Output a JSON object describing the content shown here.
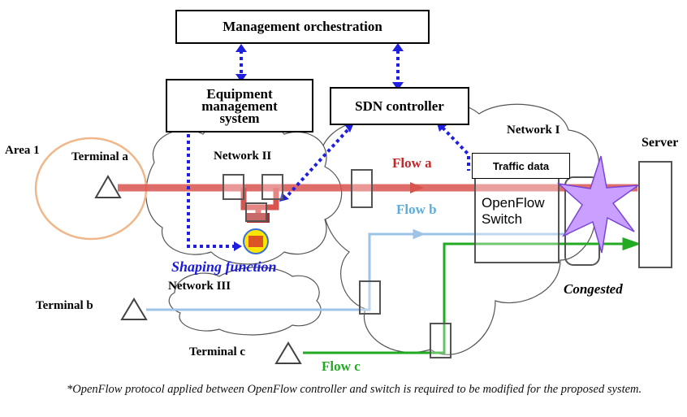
{
  "diagram": {
    "boxes": {
      "management_orchestration": "Management orchestration",
      "equipment_management": [
        "Equipment",
        "management",
        "system"
      ],
      "sdn_controller": "SDN controller",
      "traffic_data": "Traffic data",
      "openflow_switch": [
        "OpenFlow",
        "Switch"
      ]
    },
    "labels": {
      "area1": "Area 1",
      "terminal_a": "Terminal a",
      "terminal_b": "Terminal b",
      "terminal_c": "Terminal c",
      "network1": "Network I",
      "network2": "Network II",
      "network3": "Network III",
      "server": "Server",
      "flow_a": "Flow a",
      "flow_b": "Flow b",
      "flow_c": "Flow c",
      "shaping_function": "Shaping function",
      "congested": "Congested"
    },
    "footnote": "*OpenFlow protocol applied between OpenFlow controller and switch is required to be modified for the proposed system."
  },
  "colors": {
    "flow_a": "#d9534f",
    "flow_b": "#9dc3e6",
    "flow_c": "#22aa22",
    "control_arrows": "#1f1fe0",
    "flow_a_label": "#c0282a",
    "flow_b_label": "#5aaede",
    "flow_c_label": "#22aa22",
    "shaping_label": "#1a1add",
    "congestion_burst": "#c9a0ff",
    "area1_circle": "#f0b88a"
  }
}
